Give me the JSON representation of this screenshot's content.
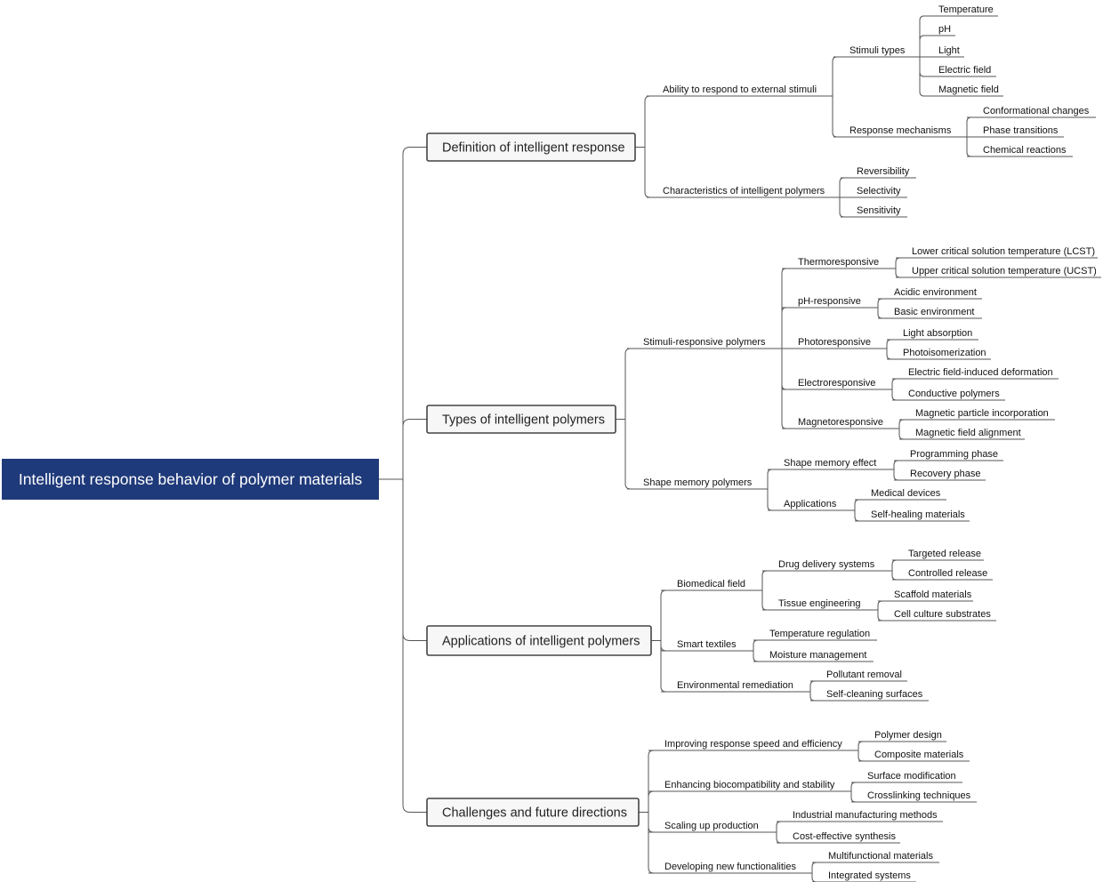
{
  "colors": {
    "root_bg": "#1f3a7a",
    "line": "#555555",
    "box_fill": "#f7f7f7"
  },
  "root": {
    "label": "Intelligent response behavior of polymer materials"
  },
  "branches": [
    {
      "label": "Definition of intelligent response",
      "children": [
        {
          "label": "Ability to respond to external stimuli",
          "children": [
            {
              "label": "Stimuli types",
              "children": [
                {
                  "label": "Temperature"
                },
                {
                  "label": "pH"
                },
                {
                  "label": "Light"
                },
                {
                  "label": "Electric field"
                },
                {
                  "label": "Magnetic field"
                }
              ]
            },
            {
              "label": "Response mechanisms",
              "children": [
                {
                  "label": "Conformational changes"
                },
                {
                  "label": "Phase transitions"
                },
                {
                  "label": "Chemical reactions"
                }
              ]
            }
          ]
        },
        {
          "label": "Characteristics of intelligent polymers",
          "children": [
            {
              "label": "Reversibility"
            },
            {
              "label": "Selectivity"
            },
            {
              "label": "Sensitivity"
            }
          ]
        }
      ]
    },
    {
      "label": "Types of intelligent polymers",
      "children": [
        {
          "label": "Stimuli-responsive polymers",
          "children": [
            {
              "label": "Thermoresponsive",
              "children": [
                {
                  "label": "Lower critical solution temperature (LCST)"
                },
                {
                  "label": "Upper critical solution temperature (UCST)"
                }
              ]
            },
            {
              "label": "pH-responsive",
              "children": [
                {
                  "label": "Acidic environment"
                },
                {
                  "label": "Basic environment"
                }
              ]
            },
            {
              "label": "Photoresponsive",
              "children": [
                {
                  "label": "Light absorption"
                },
                {
                  "label": "Photoisomerization"
                }
              ]
            },
            {
              "label": "Electroresponsive",
              "children": [
                {
                  "label": "Electric field-induced deformation"
                },
                {
                  "label": "Conductive polymers"
                }
              ]
            },
            {
              "label": "Magnetoresponsive",
              "children": [
                {
                  "label": "Magnetic particle incorporation"
                },
                {
                  "label": "Magnetic field alignment"
                }
              ]
            }
          ]
        },
        {
          "label": "Shape memory polymers",
          "children": [
            {
              "label": "Shape memory effect",
              "children": [
                {
                  "label": "Programming phase"
                },
                {
                  "label": "Recovery phase"
                }
              ]
            },
            {
              "label": "Applications",
              "children": [
                {
                  "label": "Medical devices"
                },
                {
                  "label": "Self-healing materials"
                }
              ]
            }
          ]
        }
      ]
    },
    {
      "label": "Applications of intelligent polymers",
      "children": [
        {
          "label": "Biomedical field",
          "children": [
            {
              "label": "Drug delivery systems",
              "children": [
                {
                  "label": "Targeted release"
                },
                {
                  "label": "Controlled release"
                }
              ]
            },
            {
              "label": "Tissue engineering",
              "children": [
                {
                  "label": "Scaffold materials"
                },
                {
                  "label": "Cell culture substrates"
                }
              ]
            }
          ]
        },
        {
          "label": "Smart textiles",
          "children": [
            {
              "label": "Temperature regulation"
            },
            {
              "label": "Moisture management"
            }
          ]
        },
        {
          "label": "Environmental remediation",
          "children": [
            {
              "label": "Pollutant removal"
            },
            {
              "label": "Self-cleaning surfaces"
            }
          ]
        }
      ]
    },
    {
      "label": "Challenges and future directions",
      "children": [
        {
          "label": "Improving response speed and efficiency",
          "children": [
            {
              "label": "Polymer design"
            },
            {
              "label": "Composite materials"
            }
          ]
        },
        {
          "label": "Enhancing biocompatibility and stability",
          "children": [
            {
              "label": "Surface modification"
            },
            {
              "label": "Crosslinking techniques"
            }
          ]
        },
        {
          "label": "Scaling up production",
          "children": [
            {
              "label": "Industrial manufacturing methods"
            },
            {
              "label": "Cost-effective synthesis"
            }
          ]
        },
        {
          "label": "Developing new functionalities",
          "children": [
            {
              "label": "Multifunctional materials"
            },
            {
              "label": "Integrated systems"
            }
          ]
        }
      ]
    }
  ]
}
